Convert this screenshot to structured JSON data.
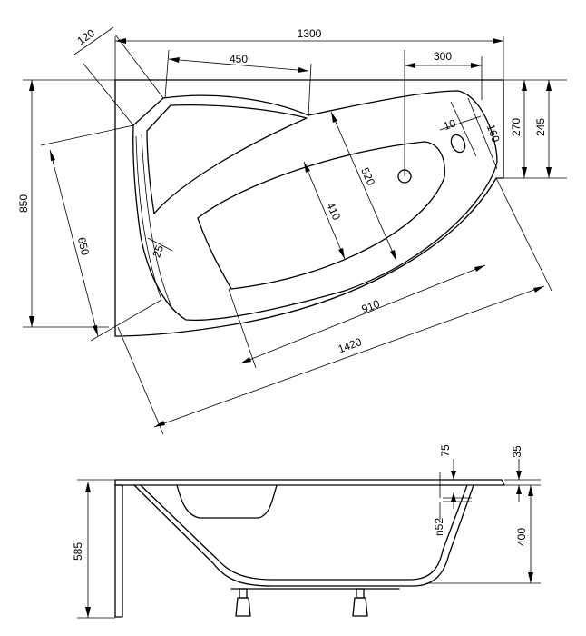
{
  "top_view": {
    "dims": {
      "corner_cut": "120",
      "total_width": "1300",
      "seat_width": "450",
      "drain_offset": "300",
      "total_depth": "850",
      "depth_270": "270",
      "depth_245": "245",
      "overflow_dia": "10",
      "overflow_160": "160",
      "basin_520": "520",
      "basin_410": "410",
      "side_650": "650",
      "rim_25": "25",
      "basin_910": "910",
      "diagonal_1420": "1420"
    }
  },
  "side_view": {
    "dims": {
      "rim_75": "75",
      "rim_35": "35",
      "overflow_n52": "n52",
      "inner_depth": "400",
      "total_height": "585"
    }
  }
}
